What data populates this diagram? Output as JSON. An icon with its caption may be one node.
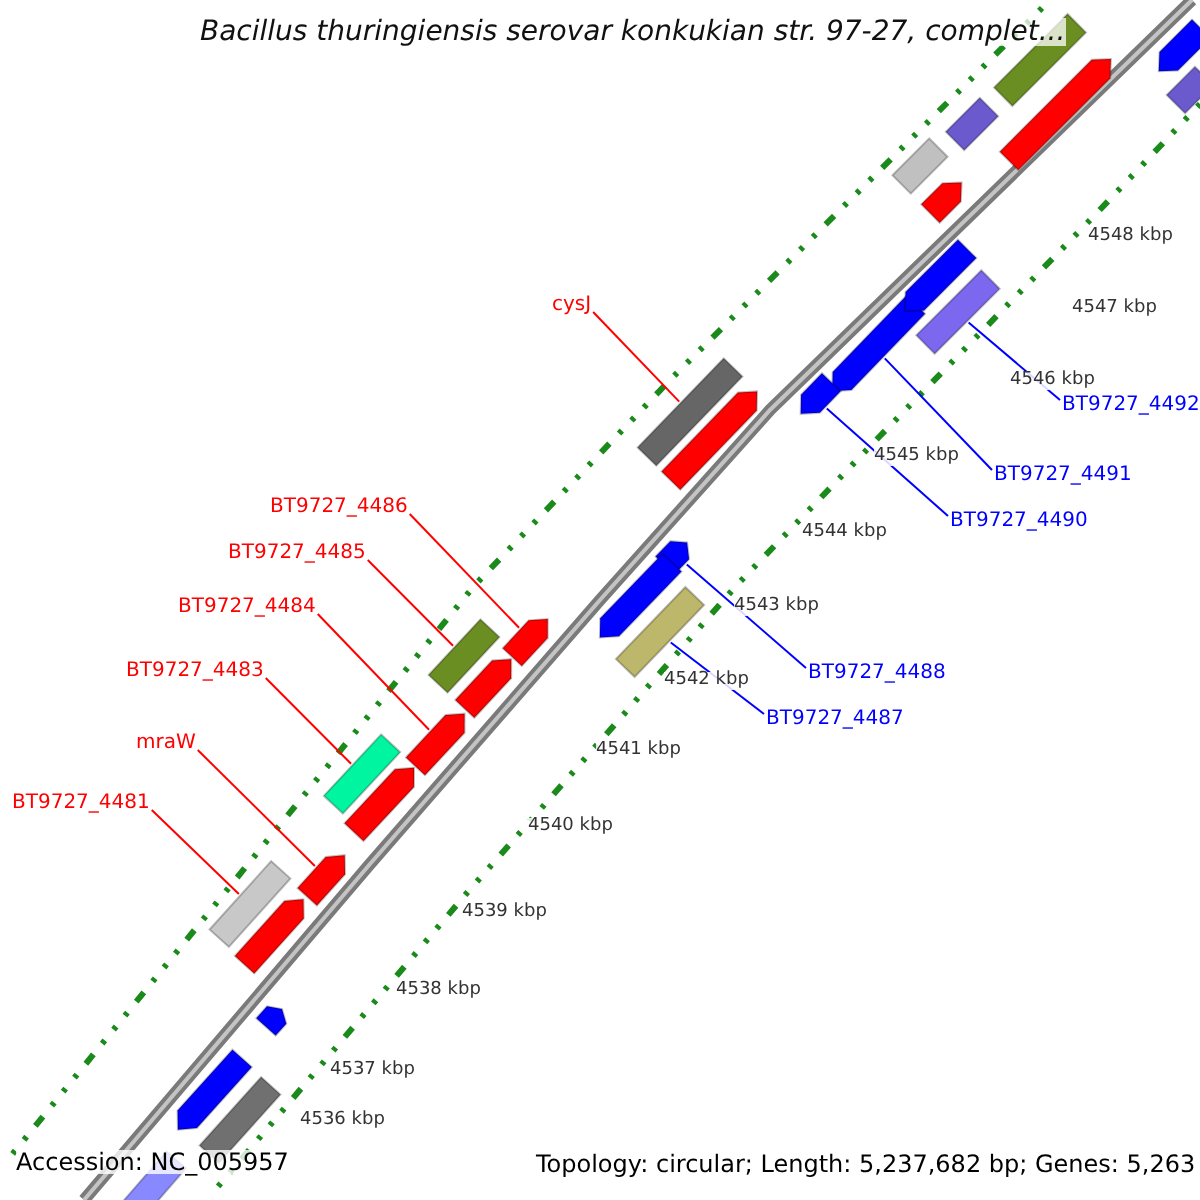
{
  "diagram": {
    "title": "Bacillus thuringiensis serovar konkukian str. 97-27, complet...",
    "nodes": [
      {
        "text": [
          "cysJ"
        ]
      },
      {
        "text": [],
        "shape": "box"
      },
      {
        "text": [
          "BT9727_4486"
        ]
      },
      {
        "text": [],
        "shape": "arrow"
      },
      {
        "text": [
          "BT9727_4485"
        ]
      },
      {
        "text": [],
        "shape": "box"
      },
      {
        "text": [
          "BT9727_4484"
        ]
      },
      {
        "text": [],
        "shape": "arrow"
      },
      {
        "text": [
          "BT9727_4483"
        ]
      },
      {
        "text": [],
        "shape": "box"
      },
      {
        "text": [
          "mraW"
        ]
      },
      {
        "text": [],
        "shape": "arrow"
      },
      {
        "text": [
          "BT9727_4481"
        ]
      },
      {
        "text": [],
        "shape": "box"
      },
      {
        "text": [
          "BT9727_4492"
        ]
      },
      {
        "text": [],
        "shape": "box"
      },
      {
        "text": [
          "BT9727_4491"
        ]
      },
      {
        "text": [],
        "shape": "arrow"
      },
      {
        "text": [
          "BT9727_4490"
        ]
      },
      {
        "text": [],
        "shape": "arrow"
      },
      {
        "text": [
          "BT9727_4488"
        ]
      },
      {
        "text": [],
        "shape": "arrow"
      },
      {
        "text": [
          "BT9727_4487"
        ]
      },
      {
        "text": [],
        "shape": "box"
      },
      {
        "text": [],
        "shape": "arrow"
      },
      {
        "text": [],
        "shape": "box"
      },
      {
        "text": [],
        "shape": "box"
      },
      {
        "text": [],
        "shape": "arrow"
      },
      {
        "text": [],
        "shape": "box"
      },
      {
        "text": [],
        "shape": "box"
      },
      {
        "text": [],
        "shape": "arrow"
      },
      {
        "text": [],
        "shape": "arrow"
      },
      {
        "text": [],
        "shape": "arrow"
      },
      {
        "text": [],
        "shape": "arrow"
      },
      {
        "text": [],
        "shape": "arrow"
      },
      {
        "text": [],
        "shape": "arrow"
      },
      {
        "text": [],
        "shape": "arrow"
      },
      {
        "text": [],
        "shape": "arrow"
      },
      {
        "text": [],
        "shape": "arrow"
      },
      {
        "text": [],
        "shape": "box"
      },
      {
        "text": [],
        "shape": "arrow"
      }
    ],
    "edges": [
      {
        "from": 0,
        "to": 1,
        "arrow": "none"
      },
      {
        "from": 2,
        "to": 3,
        "arrow": "none"
      },
      {
        "from": 4,
        "to": 5,
        "arrow": "none"
      },
      {
        "from": 6,
        "to": 7,
        "arrow": "none"
      },
      {
        "from": 8,
        "to": 9,
        "arrow": "none"
      },
      {
        "from": 10,
        "to": 11,
        "arrow": "none"
      },
      {
        "from": 12,
        "to": 13,
        "arrow": "none"
      },
      {
        "from": 14,
        "to": 15,
        "arrow": "none",
        "color": "#0000ff"
      },
      {
        "from": 16,
        "to": 17,
        "arrow": "none",
        "color": "#0000ff"
      },
      {
        "from": 18,
        "to": 19,
        "arrow": "none",
        "color": "#0000ff"
      },
      {
        "from": 20,
        "to": 21,
        "arrow": "none",
        "color": "#0000ff"
      },
      {
        "from": 22,
        "to": 23,
        "arrow": "none",
        "color": "#0000ff"
      }
    ],
    "labels": [
      "4548 kbp",
      "4547 kbp",
      "4546 kbp",
      "4545 kbp",
      "4544 kbp",
      "4543 kbp",
      "4542 kbp",
      "4541 kbp",
      "4540 kbp",
      "4539 kbp",
      "4538 kbp",
      "4537 kbp",
      "4536 kbp",
      "Accession: NC_005957",
      "Topology: circular; Length: 5,237,682 bp; Genes: 5,263"
    ]
  }
}
